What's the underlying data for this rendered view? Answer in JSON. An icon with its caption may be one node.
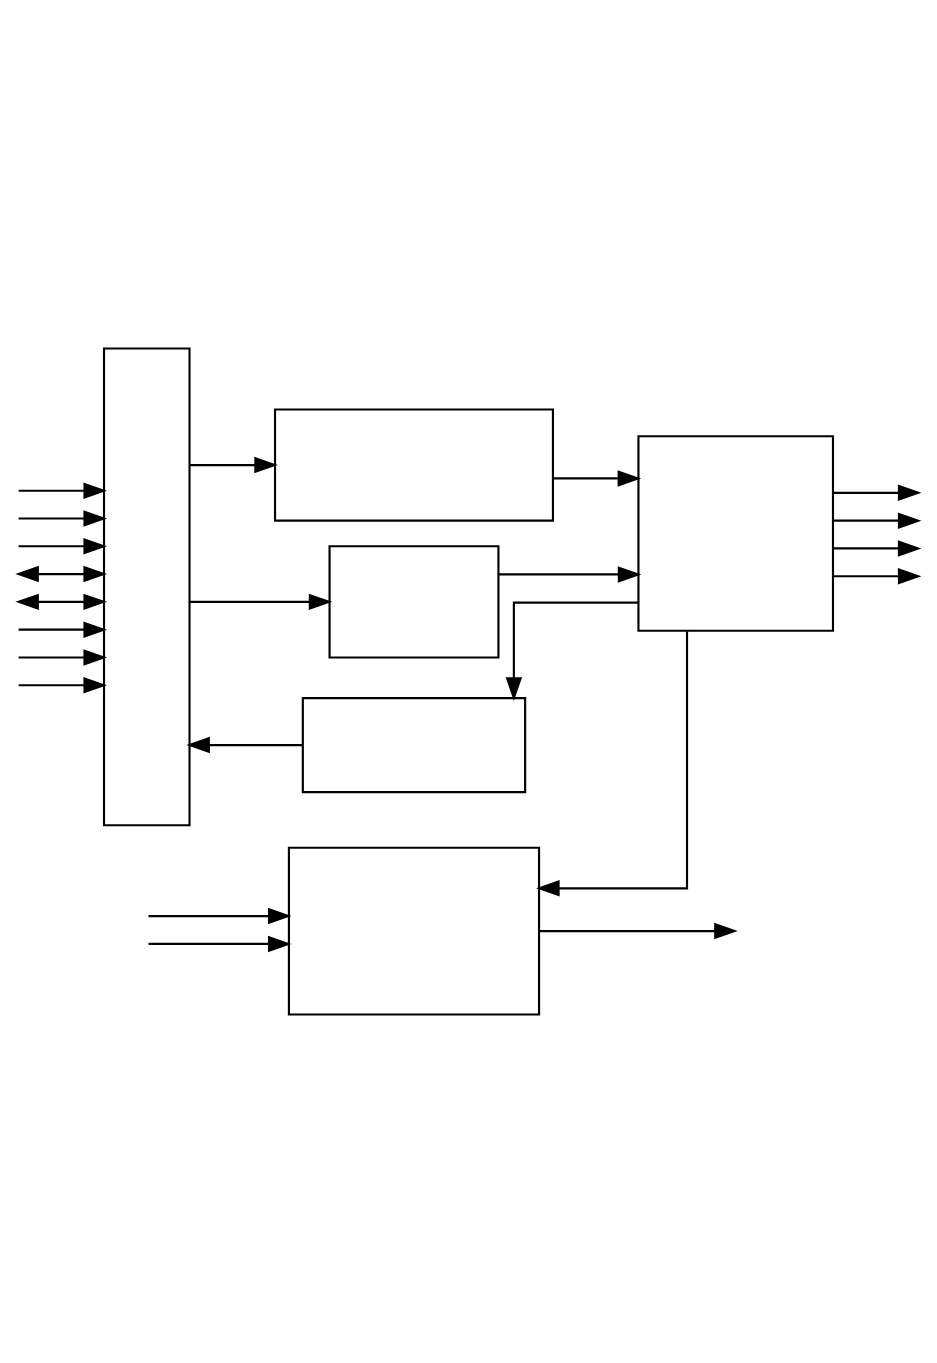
{
  "diagram": {
    "nodes": [
      {
        "text": [],
        "shape": "box"
      },
      {
        "text": [],
        "shape": "box"
      },
      {
        "text": [],
        "shape": "box"
      },
      {
        "text": [],
        "shape": "box"
      },
      {
        "text": [],
        "shape": "box"
      },
      {
        "text": [],
        "shape": "box"
      }
    ],
    "edges": [
      {
        "from": null,
        "to": 0,
        "arrow": "to"
      },
      {
        "from": null,
        "to": 0,
        "arrow": "to"
      },
      {
        "from": null,
        "to": 0,
        "arrow": "to"
      },
      {
        "from": null,
        "to": 0,
        "arrow": "to"
      },
      {
        "from": null,
        "to": 0,
        "arrow": "to"
      },
      {
        "from": null,
        "to": 0,
        "arrow": "to"
      },
      {
        "from": null,
        "to": 0,
        "arrow": "both"
      },
      {
        "from": null,
        "to": 0,
        "arrow": "both"
      },
      {
        "from": 0,
        "to": 1,
        "arrow": "to"
      },
      {
        "from": 0,
        "to": 2,
        "arrow": "to"
      },
      {
        "from": 1,
        "to": 3,
        "arrow": "to"
      },
      {
        "from": 2,
        "to": 3,
        "arrow": "to"
      },
      {
        "from": 3,
        "to": 4,
        "arrow": "to"
      },
      {
        "from": 4,
        "to": 0,
        "arrow": "to"
      },
      {
        "from": 3,
        "to": null,
        "arrow": "to"
      },
      {
        "from": 3,
        "to": null,
        "arrow": "to"
      },
      {
        "from": 3,
        "to": null,
        "arrow": "to"
      },
      {
        "from": 3,
        "to": null,
        "arrow": "to"
      },
      {
        "from": 3,
        "to": 5,
        "arrow": "to"
      },
      {
        "from": 5,
        "to": null,
        "arrow": "to"
      },
      {
        "from": null,
        "to": 5,
        "arrow": "to"
      },
      {
        "from": null,
        "to": 5,
        "arrow": "to"
      }
    ]
  }
}
